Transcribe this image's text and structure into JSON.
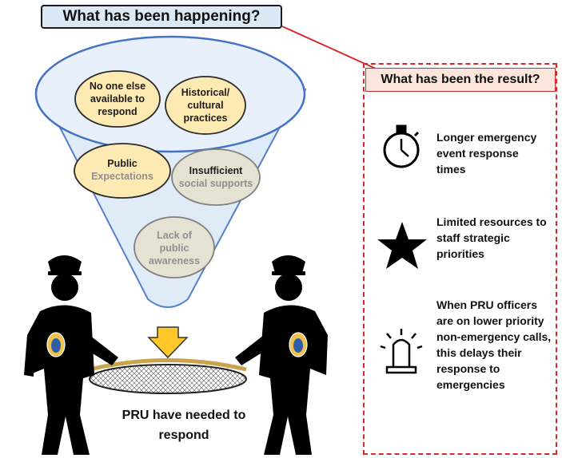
{
  "header": {
    "title": "What has been happening?"
  },
  "causes": [
    {
      "label": "No one else available to respond"
    },
    {
      "label": "Historical/ cultural practices"
    },
    {
      "label_line1": "Public",
      "label_line2": "Expectations"
    },
    {
      "label_line1": "Insufficient",
      "label_line2": "social supports"
    },
    {
      "label": "Lack of public awareness"
    }
  ],
  "outcome": {
    "label": "PRU have needed to respond"
  },
  "results": {
    "title": "What has been the result?",
    "items": [
      {
        "icon": "stopwatch-icon",
        "text": "Longer emergency event response times"
      },
      {
        "icon": "star-icon",
        "text": "Limited resources to staff strategic priorities"
      },
      {
        "icon": "siren-icon",
        "text": "When PRU officers are on lower priority non-emergency calls, this delays their response to emergencies"
      }
    ]
  },
  "colors": {
    "funnel_fill": "#dce9f7",
    "funnel_stroke": "#4472c4",
    "oval_fill": "#fdeab3",
    "oval_faded_fill": "#e6e2d3",
    "arrow_fill": "#ffc72a",
    "result_border": "#d42a2a",
    "result_title_fill": "#fbe5dc",
    "title_fill": "#dbe8f5"
  }
}
